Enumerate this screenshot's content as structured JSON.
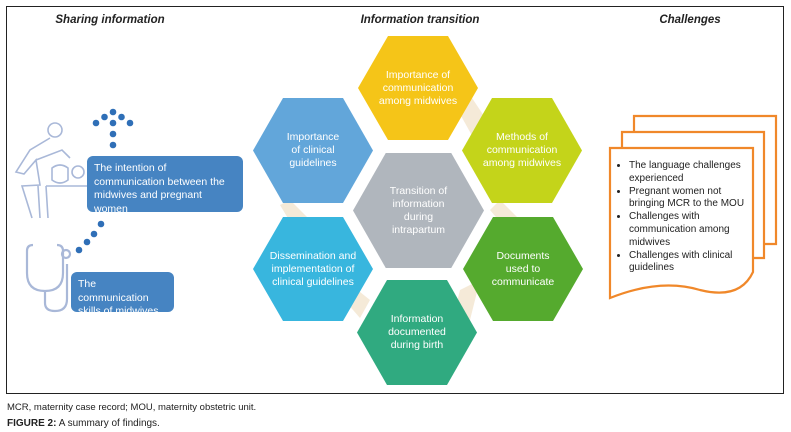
{
  "headings": {
    "left": "Sharing information",
    "center": "Information transition",
    "right": "Challenges"
  },
  "sharing": {
    "box1": "The intention of communication between the midwives and pregnant women",
    "box2": "The communication skills of midwives",
    "icons": [
      "mother-baby-icon",
      "stethoscope-icon"
    ]
  },
  "transition": {
    "center": "Transition of information during intrapartum",
    "top": "Importance of communication among midwives",
    "top_right": "Methods of communication among midwives",
    "bottom_right": "Documents used to communicate",
    "bottom": "Information documented during birth",
    "bottom_left": "Dissemination and implementation of clinical guidelines",
    "top_left": "Importance of clinical guidelines"
  },
  "challenges": {
    "items": [
      "The language challenges experienced",
      "Pregnant women not bringing MCR to the MOU",
      "Challenges with communication among midwives",
      "Challenges with clinical guidelines"
    ]
  },
  "colors": {
    "top": "#f5c518",
    "top_right": "#c4d41a",
    "bottom_right": "#55aa2e",
    "bottom": "#30aa80",
    "bottom_left": "#38b6de",
    "top_left": "#62a6da",
    "center": "#b0b6bd",
    "box": "#4684c2",
    "doc": "#f0882a"
  },
  "caption": {
    "note": "MCR, maternity case record; MOU, maternity obstetric unit.",
    "figure_label": "FIGURE 2:",
    "figure_title": "A summary of findings."
  }
}
